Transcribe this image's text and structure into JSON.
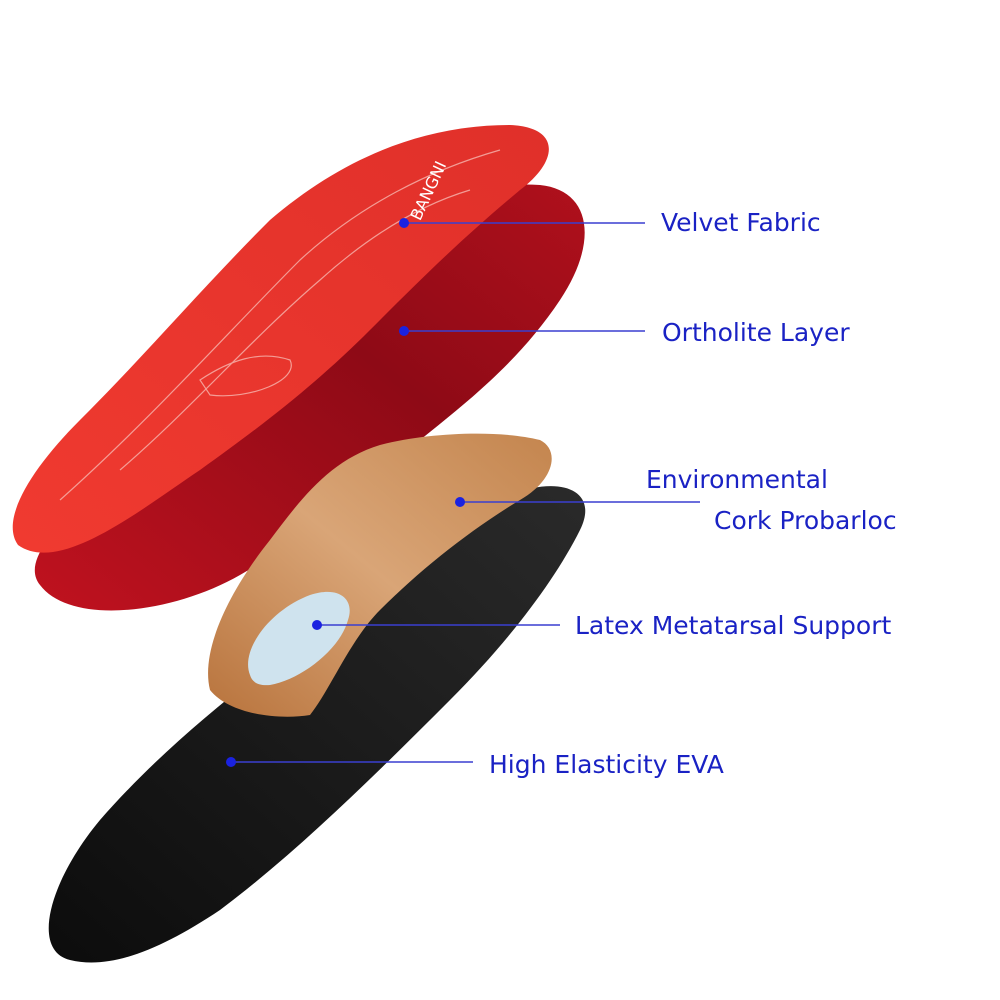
{
  "callouts": [
    {
      "label": "Velvet Fabric"
    },
    {
      "label": "Ortholite Layer"
    },
    {
      "label_line1": "Environmental",
      "label_line2": "Cork Probarloc"
    },
    {
      "label": "Latex Metatarsal Support"
    },
    {
      "label": "High Elasticity EVA"
    }
  ],
  "brand_logo_text": "BANGNI",
  "colors": {
    "callout_text": "#1a22c4",
    "callout_line": "#3a3fd0",
    "velvet_fabric": "#e8322c",
    "ortholite_layer": "#a8101c",
    "cork": "#c98a55",
    "metatarsal_pad": "#cfe3ee",
    "eva": "#151515"
  }
}
